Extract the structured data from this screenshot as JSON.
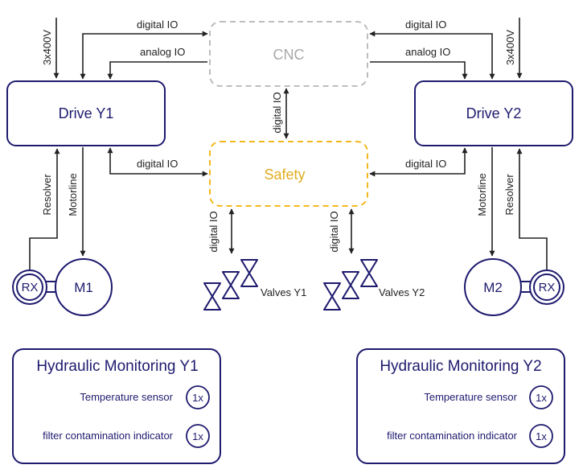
{
  "colors": {
    "navy": "#1e1a6e",
    "line": "#222222",
    "cnc": "#bdbdbd",
    "cnc_text": "#a9a9a9",
    "safety": "#f2b81c",
    "safety_text": "#e0ac20"
  },
  "boxes": {
    "cnc": "CNC",
    "safety": "Safety",
    "drive_y1": "Drive Y1",
    "drive_y2": "Drive Y2"
  },
  "links": {
    "digital_io": "digital IO",
    "analog_io": "analog IO",
    "power": "3x400V",
    "resolver": "Resolver",
    "motorline": "Motorline"
  },
  "motors": {
    "m1": "M1",
    "m2": "M2",
    "rx": "RX"
  },
  "valves": {
    "y1": "Valves Y1",
    "y2": "Valves Y2"
  },
  "monitoring": {
    "y1": {
      "title": "Hydraulic Monitoring Y1",
      "items": [
        {
          "label": "Temperature sensor",
          "qty": "1x"
        },
        {
          "label": "filter contamination indicator",
          "qty": "1x"
        }
      ]
    },
    "y2": {
      "title": "Hydraulic Monitoring Y2",
      "items": [
        {
          "label": "Temperature sensor",
          "qty": "1x"
        },
        {
          "label": "filter contamination indicator",
          "qty": "1x"
        }
      ]
    }
  }
}
